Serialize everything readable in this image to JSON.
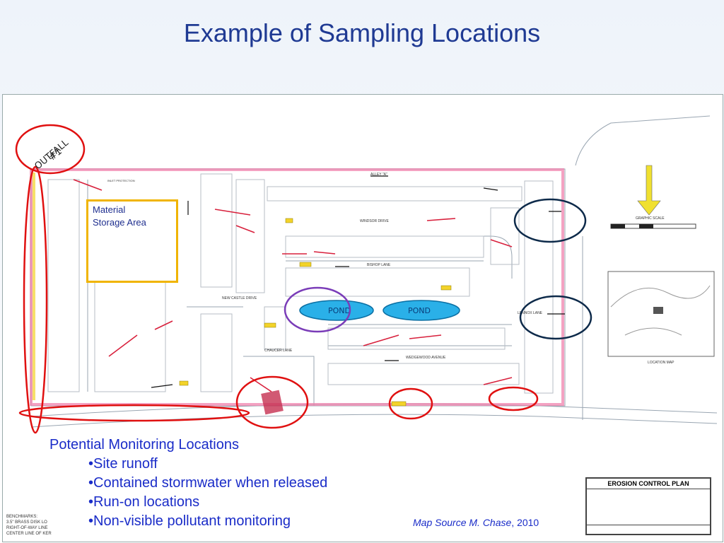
{
  "slide": {
    "title": "Example of Sampling Locations"
  },
  "map": {
    "callout": {
      "line1": "Material",
      "line2": "Storage Area"
    },
    "handwritten": {
      "outfall": "OUTFALL",
      "outfall_number": "#1",
      "pond": "POND"
    },
    "small_labels": {
      "graphic_scale": "GRAPHIC SCALE",
      "location_map": "LOCATION MAP",
      "erosion_plan": "EROSION CONTROL PLAN",
      "bishop_lane": "BISHOP LANE",
      "windsor_drive": "WINDSOR DRIVE",
      "chaucer_lane": "CHAUCER LANE",
      "wedgewood_avenue": "WEDGEWOOD AVENUE",
      "new_castle_drive": "NEW CASTLE DRIVE",
      "lennox_lane": "LENNOX LANE",
      "alley": "ALLEY \"A\"",
      "inlet_protection": "INLET PROTECTION",
      "benchmarks": "BENCHMARKS:",
      "bench_line1": "3.5\" BRASS DISK LO",
      "bench_line2": "RIGHT-OF-WAY LINE",
      "bench_line3": "CENTER LINE OF KER"
    },
    "colors": {
      "outfall_circle": "#e01010",
      "navy_circle": "#0d2a4a",
      "purple_circle": "#7a3cb8",
      "site_boundary": "#f07aa8",
      "pond": "#2ab0e8",
      "callout_border": "#f0b400"
    }
  },
  "legend": {
    "heading": "Potential Monitoring Locations",
    "items": [
      "•Site runoff",
      "•Contained stormwater when released",
      "•Run-on locations",
      "•Non-visible pollutant monitoring"
    ]
  },
  "source": {
    "label": "Map Source M. Chase",
    "year": ", 2010"
  }
}
